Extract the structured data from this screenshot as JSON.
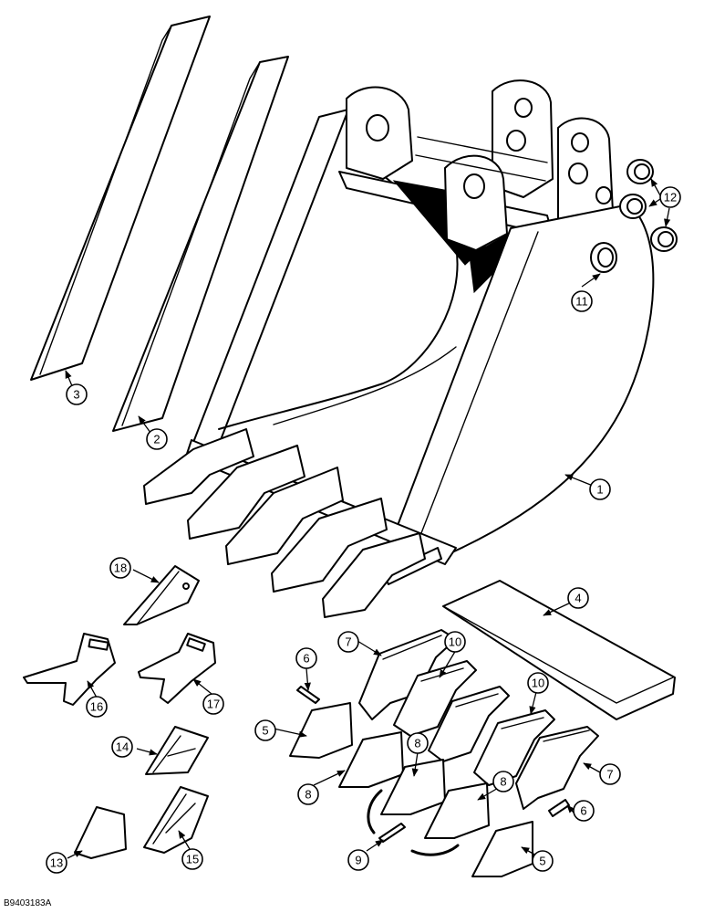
{
  "drawing_id": "B9403183A",
  "callouts": [
    "1",
    "2",
    "3",
    "4",
    "5",
    "5",
    "6",
    "6",
    "7",
    "7",
    "8",
    "8",
    "8",
    "9",
    "10",
    "10",
    "11",
    "12",
    "13",
    "14",
    "15",
    "16",
    "17",
    "18"
  ]
}
